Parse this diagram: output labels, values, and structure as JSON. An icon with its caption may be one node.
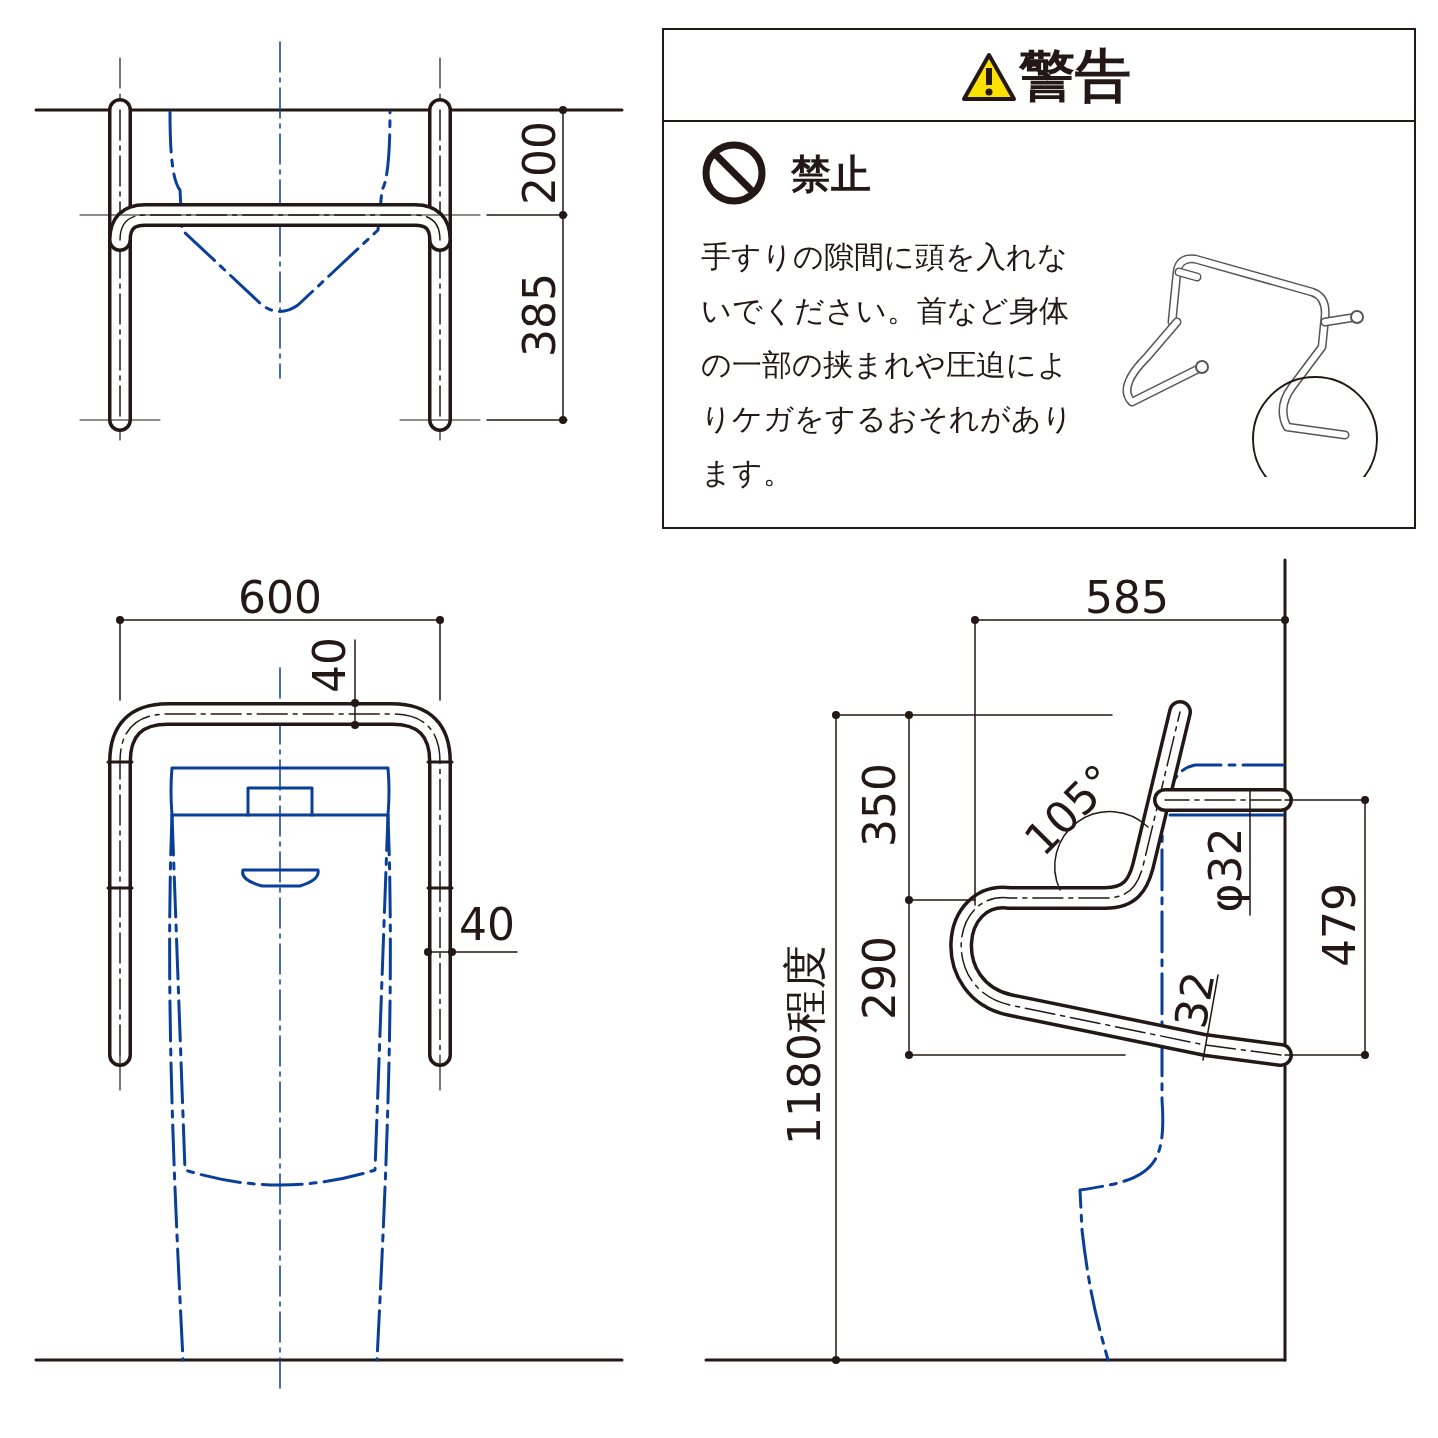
{
  "diagram": {
    "nodes": [
      {
        "text": [
          "警告",
          "禁止",
          "手すりの隙間に頭を入れないでください。首など身体の一部の挟まれや圧迫によりケガをするおそれがあります。"
        ]
      }
    ],
    "labels": [
      "200",
      "385",
      "600",
      "40",
      "40",
      "585",
      "350",
      "105°",
      "φ32",
      "479",
      "290",
      "32",
      "1180程度"
    ]
  }
}
